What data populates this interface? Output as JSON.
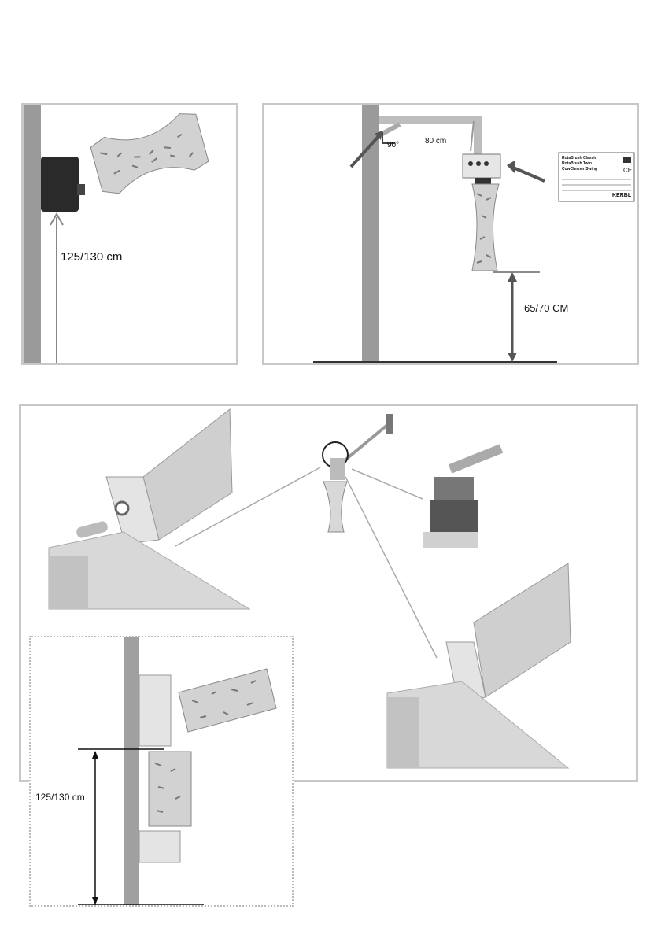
{
  "panel_a": {
    "height_label": "125/130 cm"
  },
  "panel_b": {
    "angle_label": "90°",
    "arm_length_label": "80 cm",
    "floor_height_label": "65/70 CM",
    "plate": {
      "products": [
        "RotaBrush Classic",
        "RotaBrush Twin",
        "CowCleaner Swing"
      ],
      "brand": "KERBL",
      "ce": "CE"
    }
  },
  "panel_c": {
    "height_label": "125/130 cm"
  },
  "colors": {
    "frame": "#c8c8c8",
    "arrow": "#555555",
    "post": "#9a9a9a",
    "brush": "#cfcfcf"
  }
}
